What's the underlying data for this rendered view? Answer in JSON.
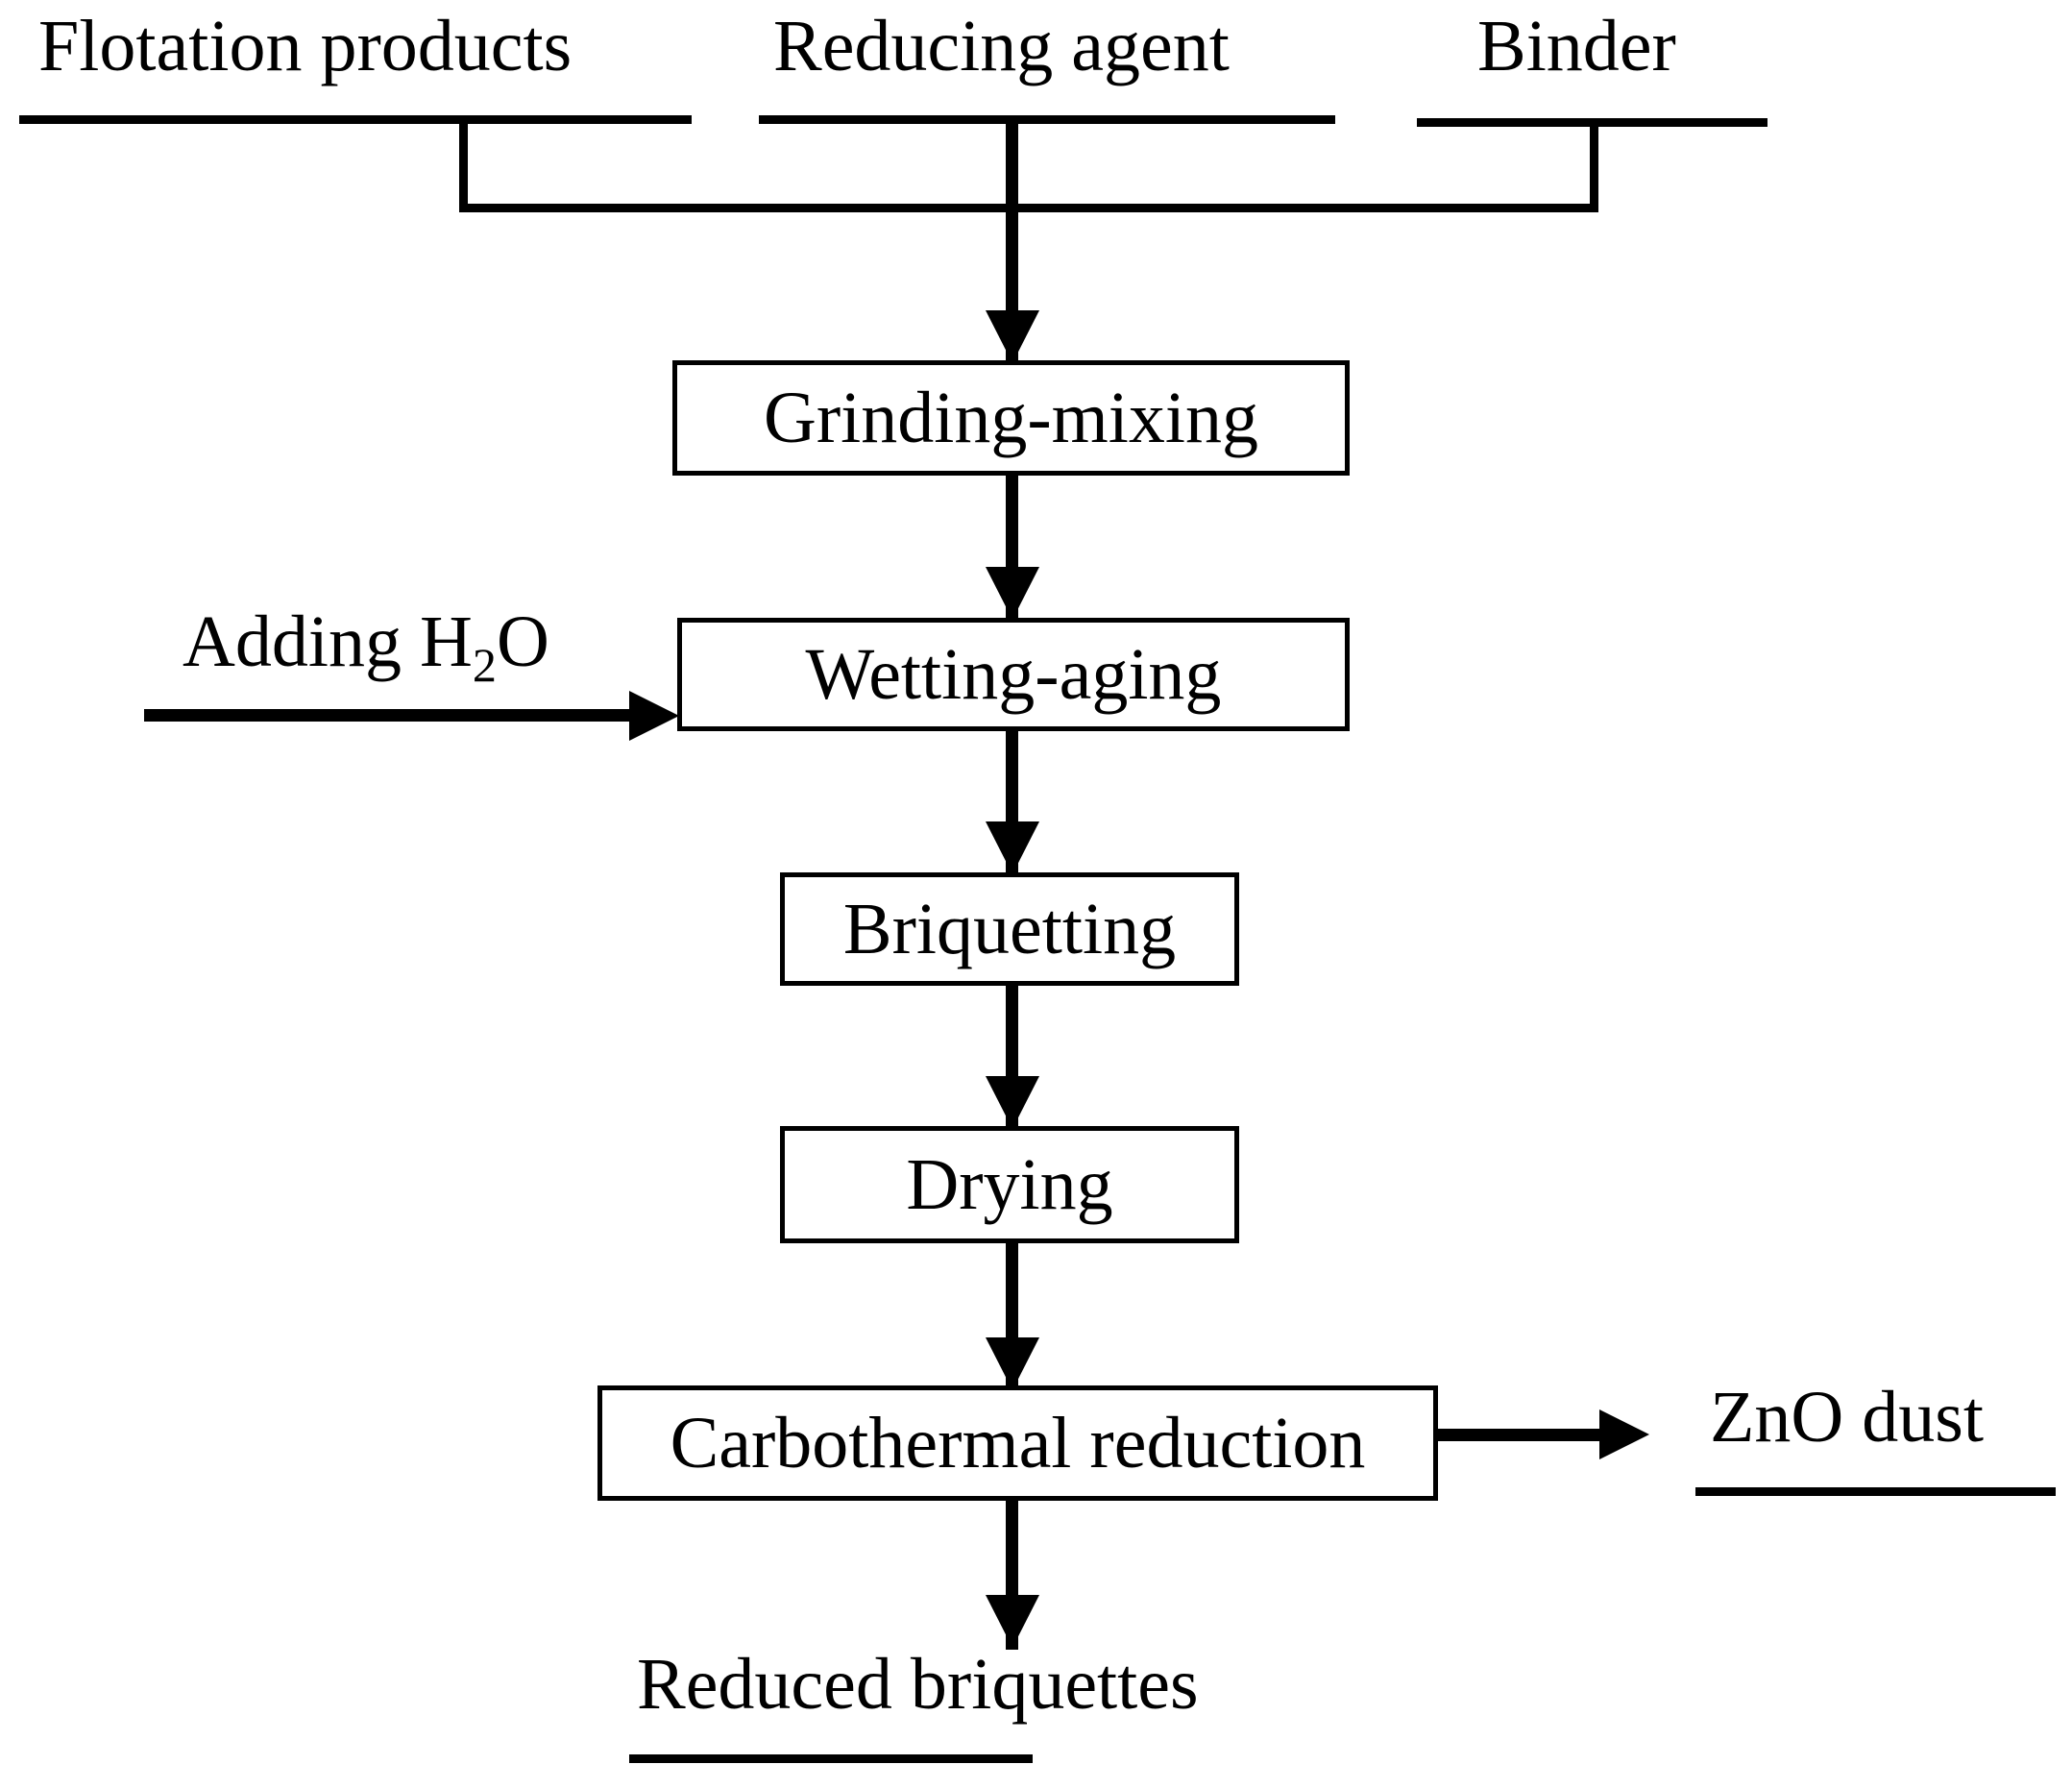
{
  "diagram": {
    "title": "Zinc-bearing flotation product briquetting and carbothermal reduction flowsheet",
    "type": "process-flowchart",
    "background_color": "#ffffff",
    "line_color": "#000000",
    "inputs": [
      {
        "id": "flotation-products",
        "label": "Flotation products"
      },
      {
        "id": "reducing-agent",
        "label": "Reducing agent"
      },
      {
        "id": "binder",
        "label": "Binder"
      }
    ],
    "side_inputs": [
      {
        "id": "adding-water",
        "label_before": "Adding H",
        "label_sub": "2",
        "label_after": "O",
        "target": "wetting-aging"
      }
    ],
    "process_steps": [
      {
        "id": "grinding-mixing",
        "label": "Grinding-mixing"
      },
      {
        "id": "wetting-aging",
        "label": "Wetting-aging"
      },
      {
        "id": "briquetting",
        "label": "Briquetting"
      },
      {
        "id": "drying",
        "label": "Drying"
      },
      {
        "id": "carbothermal-reduction",
        "label": "Carbothermal reduction"
      }
    ],
    "outputs": [
      {
        "id": "zno-dust",
        "label": "ZnO dust"
      },
      {
        "id": "reduced-briquettes",
        "label": "Reduced briquettes"
      }
    ]
  }
}
